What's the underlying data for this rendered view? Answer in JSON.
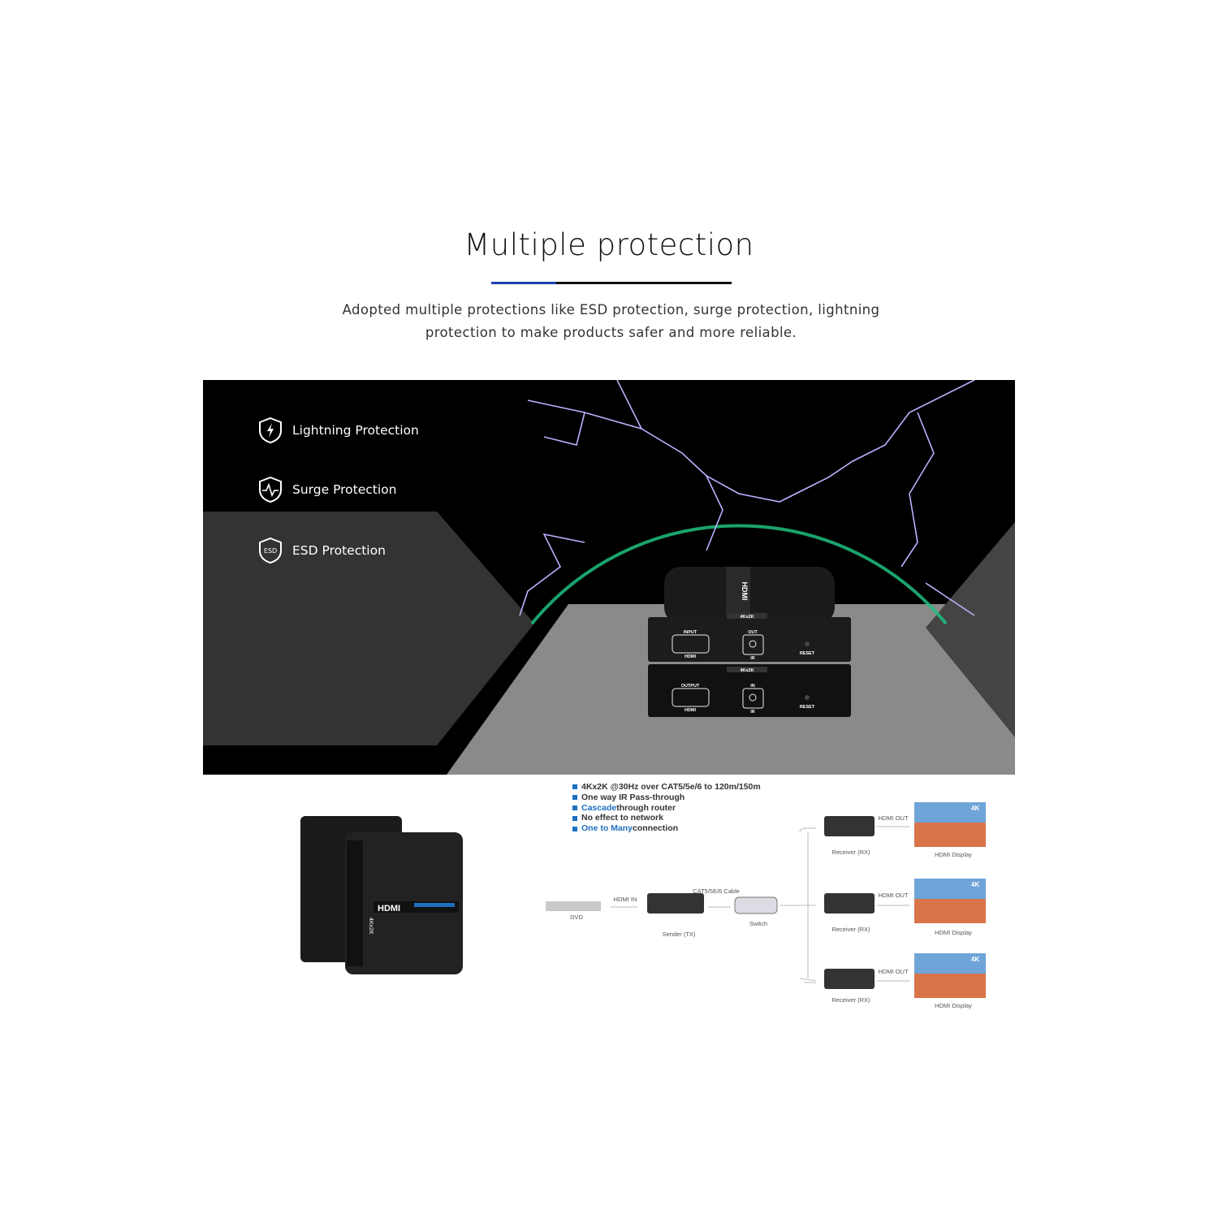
{
  "header": {
    "title": "Multiple protection",
    "description": "Adopted multiple protections like ESD protection, surge protection, lightning protection to make products safer and more reliable.",
    "accent_color": "#1e3fae"
  },
  "panel": {
    "features": [
      {
        "icon": "lightning-shield-icon",
        "label": "Lightning Protection"
      },
      {
        "icon": "pulse-shield-icon",
        "label": "Surge Protection"
      },
      {
        "icon": "esd-shield-icon",
        "label": "ESD Protection",
        "icon_text": "ESD"
      }
    ],
    "device": {
      "top_labels": [
        "INPUT",
        "HDMI",
        "OUT",
        "IR",
        "RESET"
      ],
      "bottom_labels": [
        "OUTPUT",
        "HDMI",
        "IN",
        "IR",
        "RESET"
      ],
      "model": "4Kx2K",
      "brand": "HDMI"
    }
  },
  "specs": {
    "bullets": [
      {
        "highlight": "",
        "text": "4Kx2K @30Hz over CAT5/5e/6 to 120m/150m"
      },
      {
        "highlight": "",
        "text": "One way IR Pass-through"
      },
      {
        "highlight": "Cascade",
        "text": " through router"
      },
      {
        "highlight": "",
        "text": "No effect to network"
      },
      {
        "highlight": "One to Many",
        "text": " connection"
      }
    ],
    "highlight_color": "#1d6fbf"
  },
  "diagram": {
    "dvd": "DVD",
    "hdmi_in": "HDMI IN",
    "sender": "Sender (TX)",
    "cable": "CAT5/5E/6 Cable",
    "switch": "Switch",
    "receiver": "Receiver (RX)",
    "hdmi_out": "HDMI OUT",
    "display": "HDMI Display",
    "display_badge": "4K"
  },
  "product": {
    "brand": "HDMI",
    "model": "4Kx2K"
  }
}
